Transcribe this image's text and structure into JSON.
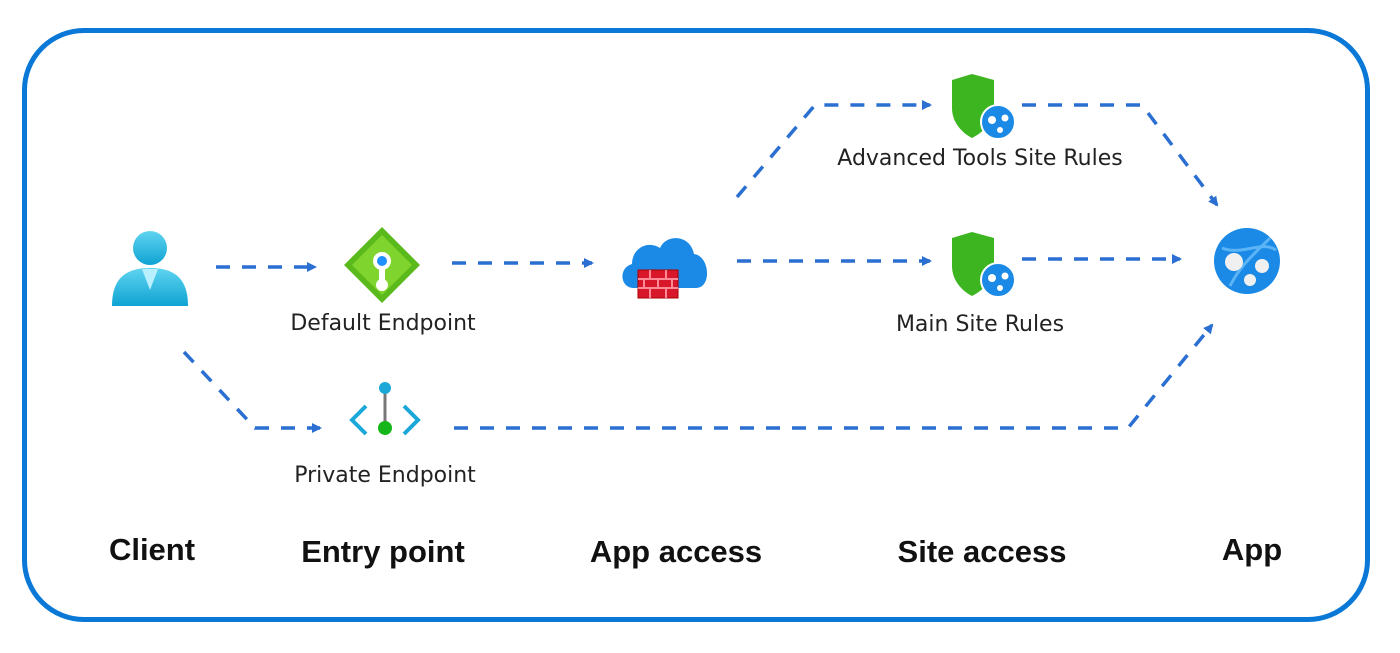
{
  "nodes": {
    "client": {
      "icon": "user-icon"
    },
    "default_endpoint": {
      "label": "Default Endpoint",
      "icon": "load-balancer-icon"
    },
    "private_endpoint": {
      "label": "Private Endpoint",
      "icon": "private-endpoint-icon"
    },
    "app_access": {
      "icon": "cloud-firewall-icon"
    },
    "advanced_tools_rules": {
      "label": "Advanced Tools Site Rules",
      "icon": "shield-globe-icon"
    },
    "main_site_rules": {
      "label": "Main Site Rules",
      "icon": "shield-globe-icon"
    },
    "app": {
      "icon": "app-service-globe-icon"
    }
  },
  "columns": [
    "Client",
    "Entry point",
    "App access",
    "Site access",
    "App"
  ],
  "colors": {
    "frame": "#0a78d7",
    "arrow": "#2a6fd1",
    "shield": "#3cb521",
    "globe": "#1a8ae6",
    "firewall": "#e0222e"
  }
}
